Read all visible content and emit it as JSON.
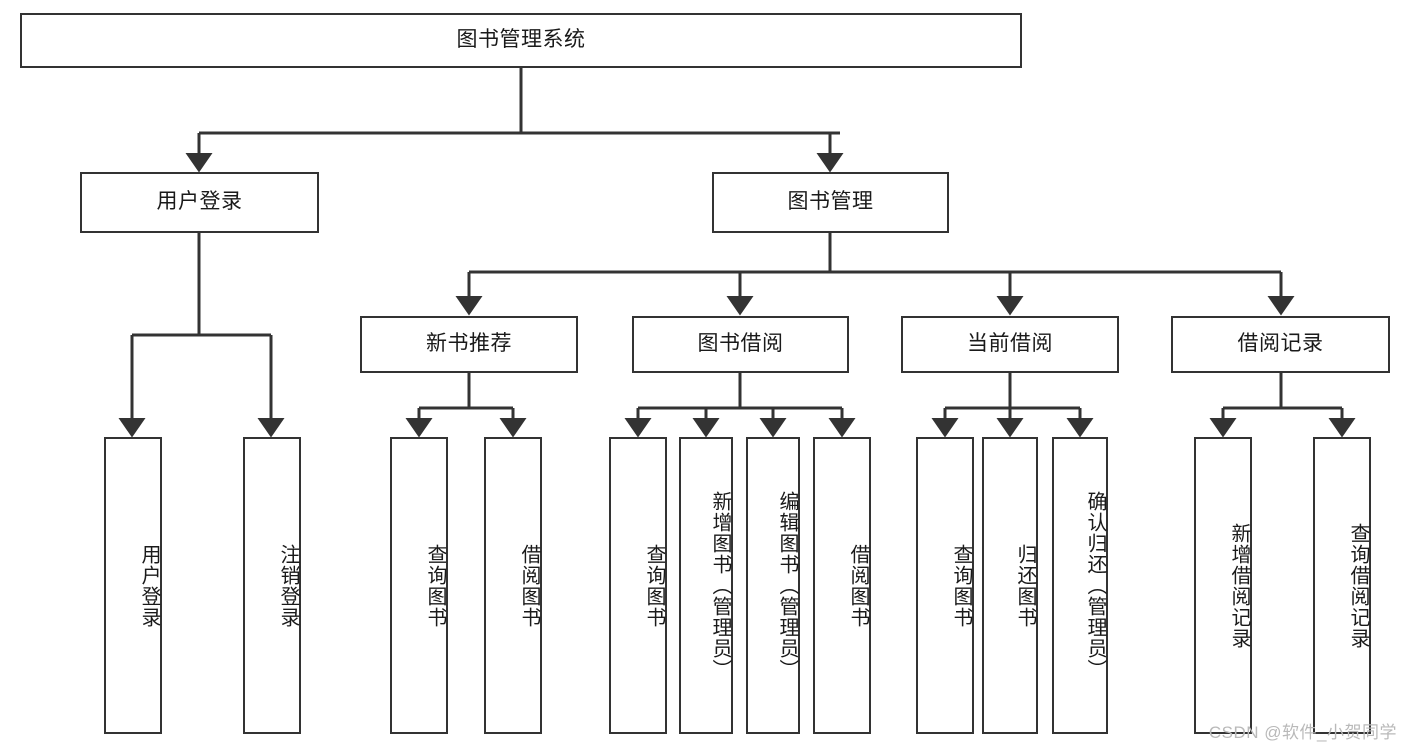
{
  "diagram": {
    "type": "tree",
    "title": "图书管理系统",
    "orientation": "top-down",
    "colors": {
      "box_border": "#333333",
      "box_fill": "#ffffff",
      "edge": "#333333",
      "text": "#1a1a1a",
      "watermark": "#b9b9b9"
    },
    "nodes": {
      "root": {
        "label": "图书管理系统",
        "level": 0
      },
      "l1": [
        {
          "id": "user_login",
          "label": "用户登录"
        },
        {
          "id": "book_mgmt",
          "label": "图书管理"
        }
      ],
      "l2": [
        {
          "id": "new_book_rec",
          "label": "新书推荐",
          "parent": "book_mgmt"
        },
        {
          "id": "book_borrow",
          "label": "图书借阅",
          "parent": "book_mgmt"
        },
        {
          "id": "current_borrow",
          "label": "当前借阅",
          "parent": "book_mgmt"
        },
        {
          "id": "borrow_record",
          "label": "借阅记录",
          "parent": "book_mgmt"
        }
      ],
      "leaves": [
        {
          "id": "leaf_user_login",
          "label": "用户登录",
          "parent": "user_login"
        },
        {
          "id": "leaf_user_logout",
          "label": "注销登录",
          "parent": "user_login"
        },
        {
          "id": "leaf_query_book_1",
          "label": "查询图书",
          "parent": "new_book_rec"
        },
        {
          "id": "leaf_borrow_book_1",
          "label": "借阅图书",
          "parent": "new_book_rec"
        },
        {
          "id": "leaf_query_book_2",
          "label": "查询图书",
          "parent": "book_borrow"
        },
        {
          "id": "leaf_add_book",
          "label": "新增图书（管理员）",
          "parent": "book_borrow"
        },
        {
          "id": "leaf_edit_book",
          "label": "编辑图书（管理员）",
          "parent": "book_borrow"
        },
        {
          "id": "leaf_borrow_book_2",
          "label": "借阅图书",
          "parent": "book_borrow"
        },
        {
          "id": "leaf_query_book_3",
          "label": "查询图书",
          "parent": "current_borrow"
        },
        {
          "id": "leaf_return_book",
          "label": "归还图书",
          "parent": "current_borrow"
        },
        {
          "id": "leaf_confirm_return",
          "label": "确认归还（管理员）",
          "parent": "current_borrow"
        },
        {
          "id": "leaf_add_record",
          "label": "新增借阅记录",
          "parent": "borrow_record"
        },
        {
          "id": "leaf_query_record",
          "label": "查询借阅记录",
          "parent": "borrow_record"
        }
      ]
    },
    "watermark": "CSDN @软件_小贺同学"
  }
}
